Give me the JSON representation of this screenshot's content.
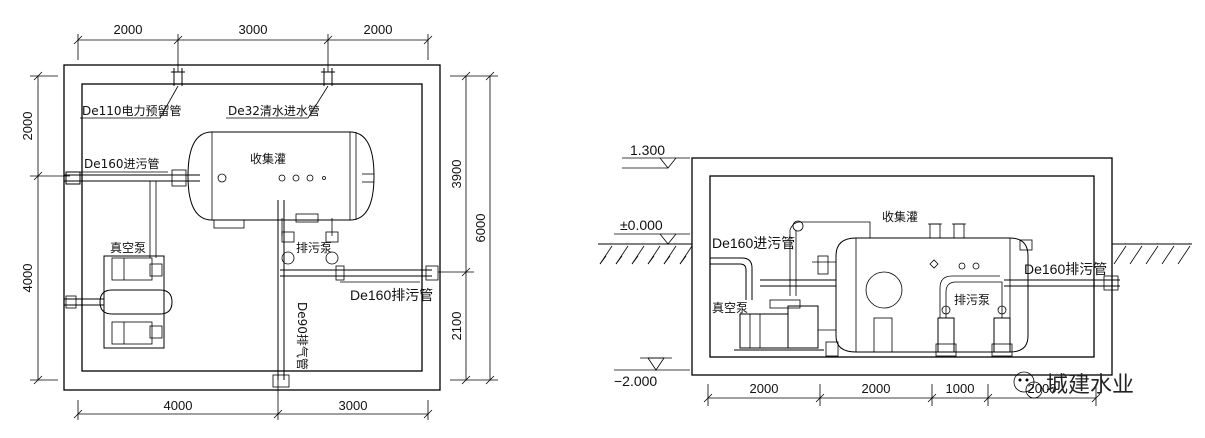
{
  "plan": {
    "dims_top": [
      "2000",
      "3000",
      "2000"
    ],
    "dims_bottom": [
      "4000",
      "3000"
    ],
    "dims_left": [
      "2000",
      "4000"
    ],
    "dims_right_inner": [
      "3900",
      "2100"
    ],
    "dims_right_outer": "6000",
    "labels": {
      "power_pipe": "De110电力预留管",
      "water_pipe": "De32清水进水管",
      "inlet_pipe": "De160进污管",
      "tank": "收集灌",
      "discharge_pump": "排污泵",
      "vacuum_pump": "真空泵",
      "outlet_pipe": "De160排污管",
      "vent_pipe": "De90排气管"
    }
  },
  "section": {
    "elev_top": "1.300",
    "elev_ground": "±0.000",
    "elev_bottom": "−2.000",
    "dims_bottom": [
      "2000",
      "2000",
      "1000",
      "2000"
    ],
    "labels": {
      "inlet_pipe": "De160进污管",
      "tank": "收集灌",
      "outlet_pipe": "De160排污管",
      "discharge_pump": "排污泵",
      "vacuum_pump": "真空泵"
    }
  },
  "watermark": "城建水业",
  "colors": {
    "line": "#000000",
    "background": "#ffffff"
  }
}
